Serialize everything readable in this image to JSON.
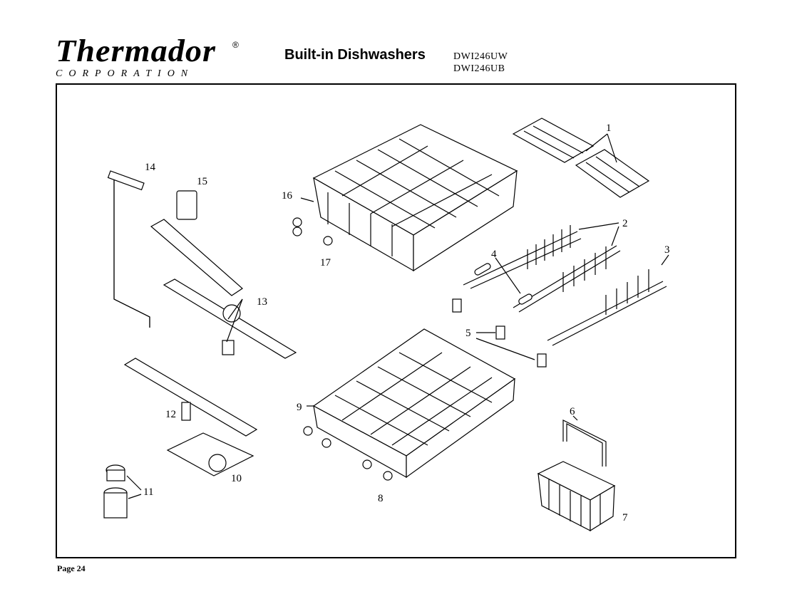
{
  "header": {
    "brand_name": "Thermador",
    "brand_reg": "®",
    "brand_sub": "CORPORATION",
    "title": "Built-in Dishwashers",
    "models": [
      "DWI246UW",
      "DWI246UB"
    ]
  },
  "footer": {
    "page": "Page 24"
  },
  "callouts": [
    "1",
    "2",
    "3",
    "4",
    "5",
    "6",
    "7",
    "8",
    "9",
    "10",
    "11",
    "12",
    "13",
    "14",
    "15",
    "16",
    "17"
  ]
}
